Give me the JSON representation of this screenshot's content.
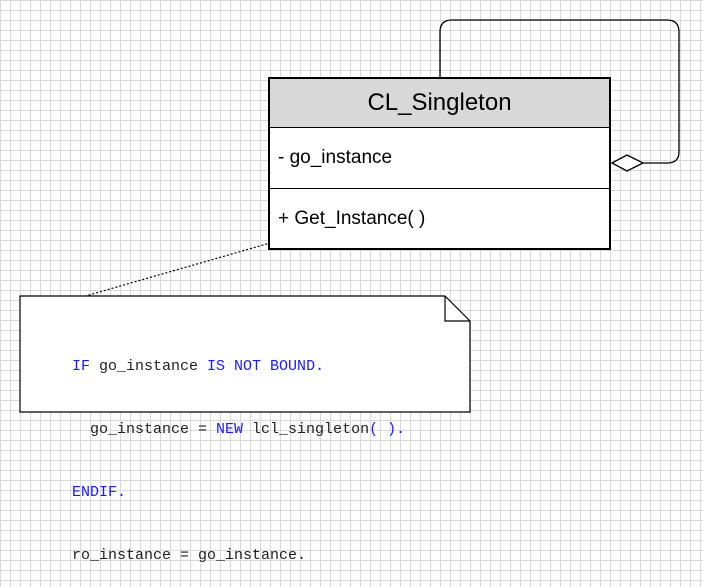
{
  "class": {
    "name": "CL_Singleton",
    "attribute": "- go_instance",
    "operation": "+ Get_Instance( )"
  },
  "note": {
    "line1": {
      "kw1": "IF",
      "t1": " go_instance ",
      "kw2": "IS NOT BOUND."
    },
    "line2": {
      "t1": "  go_instance = ",
      "kw1": "NEW",
      "t2": " lcl_singleton",
      "kw2": "( )."
    },
    "line3": {
      "kw1": "ENDIF."
    },
    "line4": {
      "t1": "ro_instance = go_instance."
    }
  },
  "colors": {
    "header_fill": "#d9d9d9",
    "keyword": "#1a1aff",
    "grid": "#d9d9d9"
  }
}
